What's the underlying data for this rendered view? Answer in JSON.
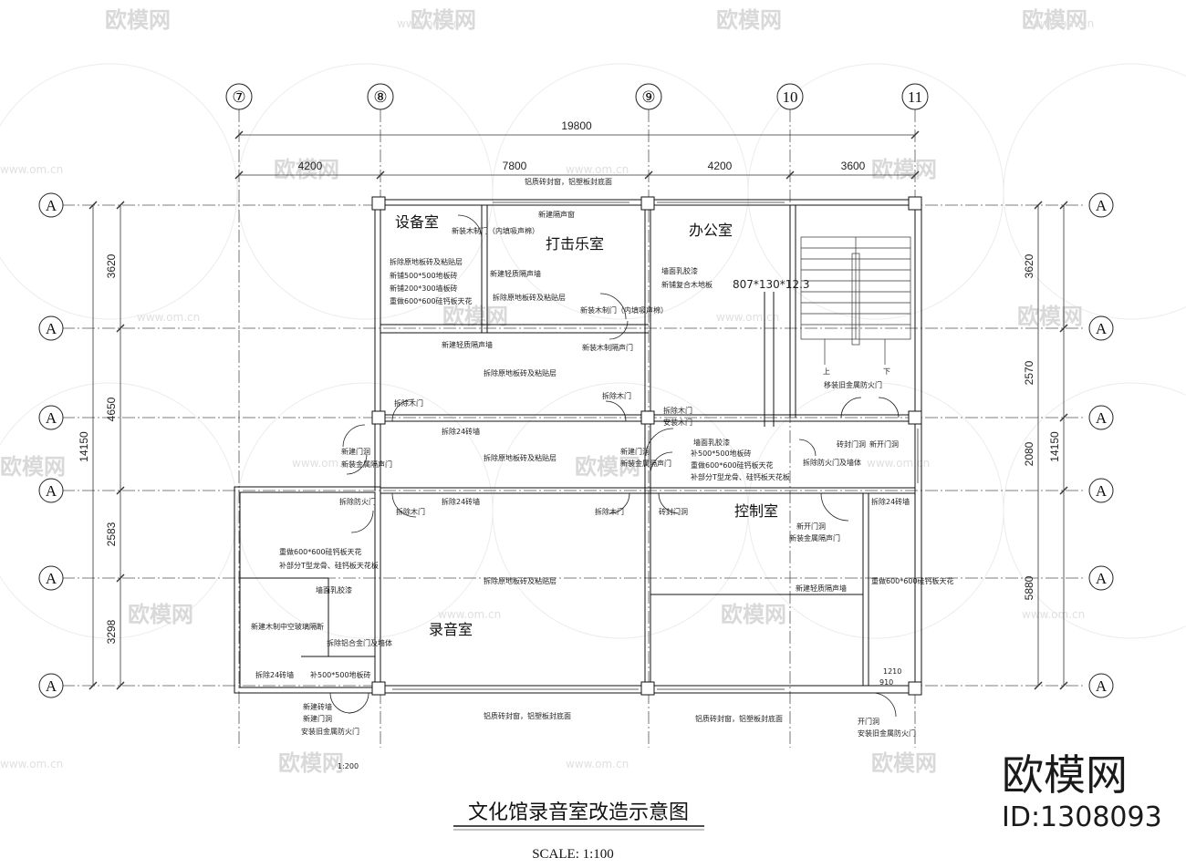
{
  "axes": {
    "columns": [
      "⑦",
      "⑧",
      "⑨",
      "10",
      "11"
    ],
    "rows": [
      "A",
      "A",
      "A",
      "A",
      "A",
      "A"
    ]
  },
  "dimensions": {
    "total_width": "19800",
    "bays": [
      "4200",
      "7800",
      "4200",
      "3600"
    ],
    "left_total": "14150",
    "right_total": "14150",
    "left_segments": [
      "3620",
      "4650",
      "2583",
      "3298"
    ],
    "right_segments": [
      "3620",
      "2570",
      "2080",
      "5880"
    ],
    "small_1": "1210",
    "small_2": "910",
    "small_3": "1:200"
  },
  "rooms": {
    "equipment": "设备室",
    "percussion": "打击乐室",
    "office": "办公室",
    "control": "控制室",
    "recording": "录音室"
  },
  "notes": {
    "n1": "铝质砖封窗，铝塑板封底面",
    "n2": "新建隔声窗",
    "n3": "新装木制门（内填吸声棉）",
    "n4": "拆除原地板砖及粘贴层",
    "n5": "新铺500*500地板砖",
    "n6": "新铺200*300墙板砖",
    "n7": "重做600*600硅钙板天花",
    "n8": "新建轻质隔声墙",
    "n9": "拆除原地板砖及粘贴层",
    "n10": "墙面乳胶漆",
    "n11": "新铺复合木地板",
    "n12": "807*130*12.3",
    "n13": "新装木制门（内填吸声棉）",
    "n14": "新建轻质隔声墙",
    "n15": "新装木制隔声门",
    "n16": "拆除原地板砖及粘贴层",
    "n17": "拆除木门",
    "n18": "拆除24砖墙",
    "n19": "拆除木门",
    "n20": "拆除木门",
    "n21": "安装木门",
    "n22": "新建门洞",
    "n23": "新装金属隔声门",
    "n24": "拆除原地板砖及粘贴层",
    "n25": "新建门洞",
    "n26": "新装金属隔声门",
    "n27": "墙面乳胶漆",
    "n28": "补500*500地板砖",
    "n29": "重做600*600硅钙板天花",
    "n30": "补部分T型龙骨、硅钙板天花板",
    "n31": "拆除防火门及墙体",
    "n32": "砖封门洞",
    "n33": "新开门洞",
    "n34": "移装旧金属防火门",
    "n35": "上",
    "n36": "下",
    "n37": "拆除防火门",
    "n38": "拆除木门",
    "n39": "拆除24砖墙",
    "n40": "拆除木门",
    "n41": "砖封门洞",
    "n42": "拆除24砖墙",
    "n43": "新开门洞",
    "n44": "新装金属隔声门",
    "n45": "重做600*600硅钙板天花",
    "n46": "补部分T型龙骨、硅钙板天花板",
    "n47": "墙面乳胶漆",
    "n48": "新建木制中空玻璃隔断",
    "n49": "拆除铝合金门及墙体",
    "n50": "补500*500地板砖",
    "n51": "拆除24砖墙",
    "n52": "拆除原地板砖及粘贴层",
    "n53": "新建轻质隔声墙",
    "n54": "重做600*600硅钙板天花",
    "n55": "新建砖墙",
    "n56": "新建门洞",
    "n57": "安装旧金属防火门",
    "n58": "铝质砖封窗，铝塑板封底面",
    "n59": "铝质砖封窗，铝塑板封底面",
    "n60": "开门洞",
    "n61": "安装旧金属防火门"
  },
  "title": "文化馆录音室改造示意图",
  "scale": "SCALE:    1:100",
  "watermark": {
    "text": "欧模网",
    "site": "www.om.cn",
    "brand": "欧模网",
    "id": "ID:1308093"
  }
}
